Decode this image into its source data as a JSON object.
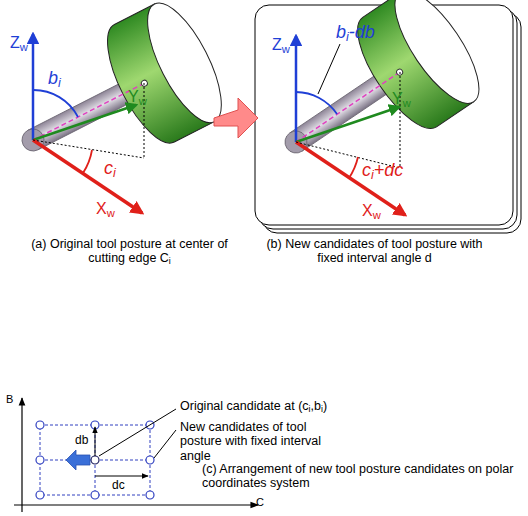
{
  "diagram": {
    "labels": [
      "Zw",
      "bi",
      "Yw",
      "ci",
      "Xw",
      "bi-db",
      "Zw",
      "Yw",
      "ci+dc",
      "Xw",
      "(a) Original tool posture at center of cutting edge Ci",
      "(b) New candidates of tool posture with fixed interval angle d",
      "B",
      "db",
      "dc",
      "C",
      "Original candidate at (ci,bi)",
      "New candidates of tool posture with fixed interval angle",
      "(c) Arrangement of new tool posture candidates on polar coordinates system"
    ]
  }
}
